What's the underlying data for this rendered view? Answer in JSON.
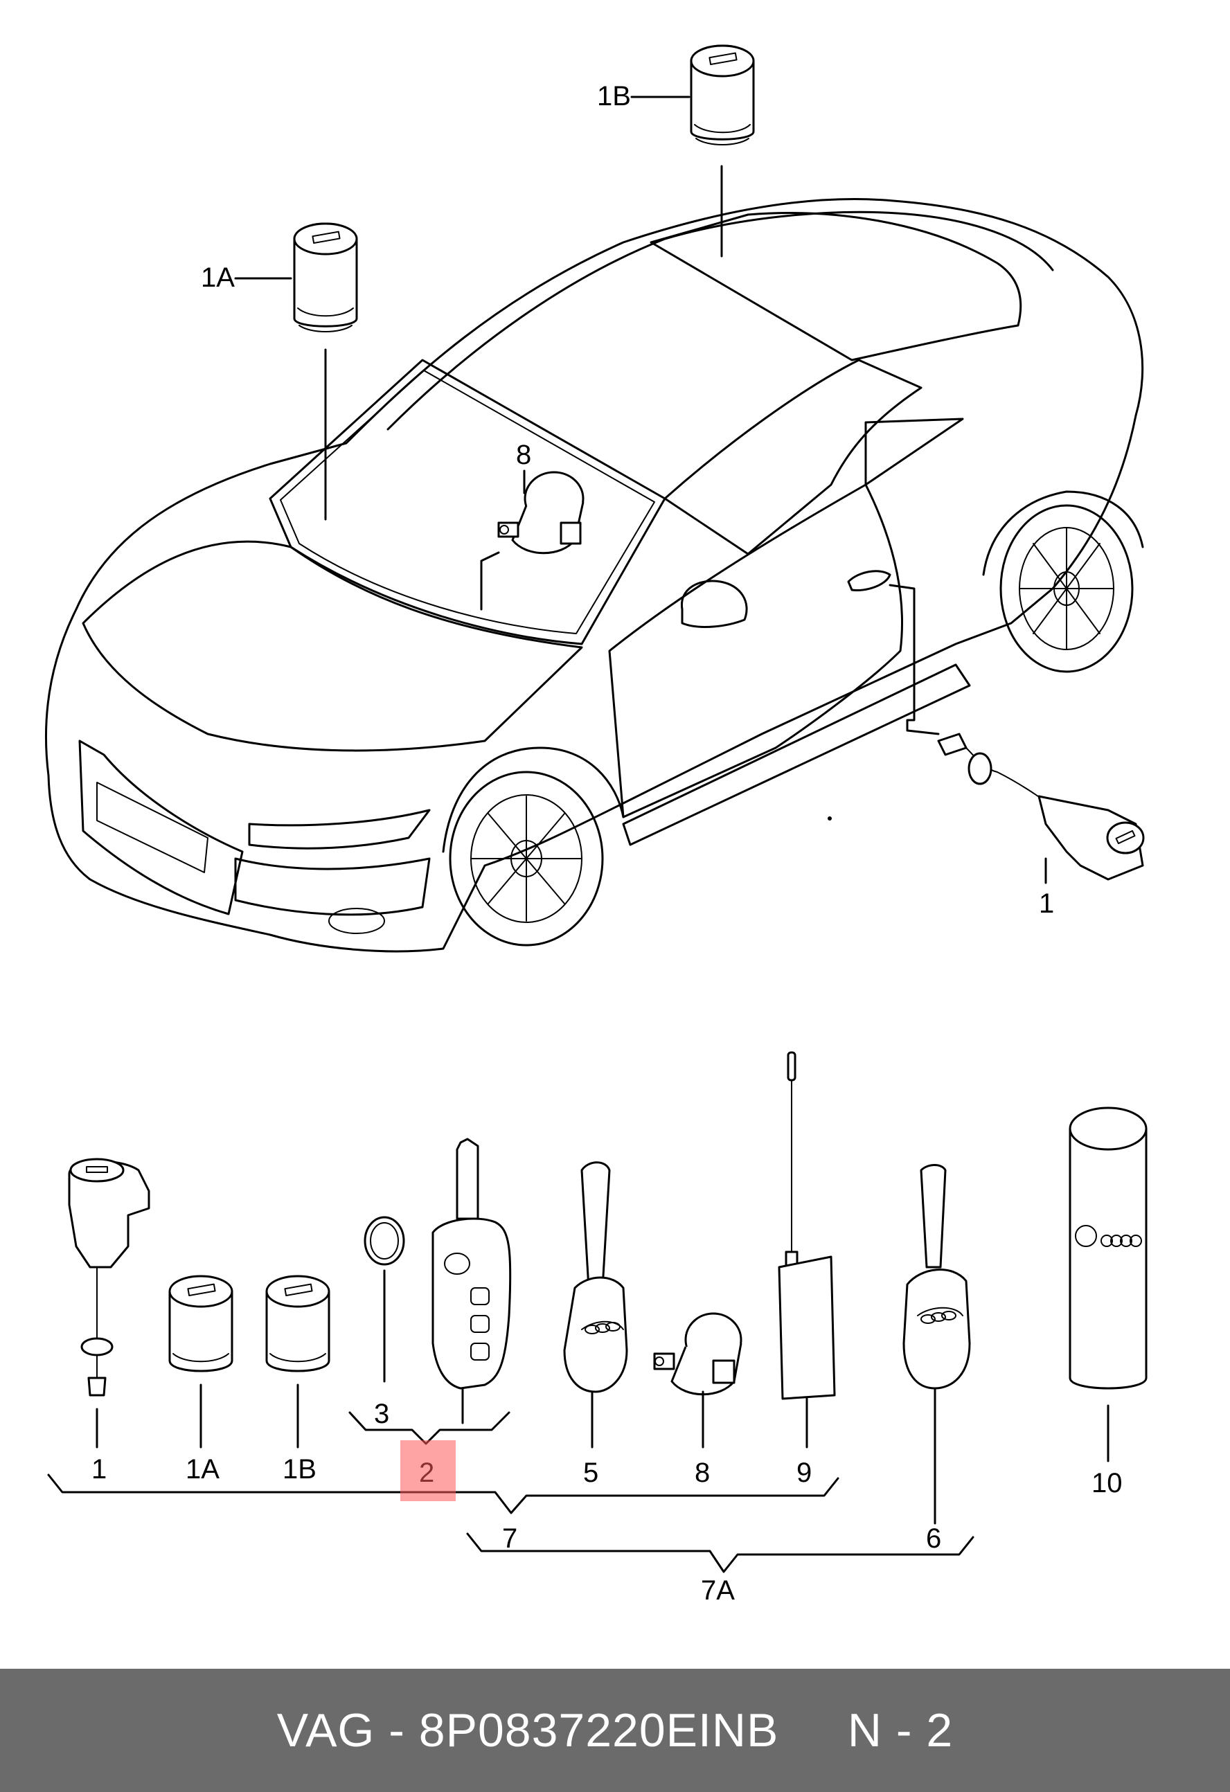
{
  "labels": {
    "l_1B_top": "1B",
    "l_1A_top": "1A",
    "l_8_top": "8",
    "l_1_right": "1",
    "l_1": "1",
    "l_1A": "1A",
    "l_1B": "1B",
    "l_3": "3",
    "l_2": "2",
    "l_5": "5",
    "l_8": "8",
    "l_9": "9",
    "l_10": "10",
    "l_7": "7",
    "l_6": "6",
    "l_7A": "7A"
  },
  "highlight": {
    "label": "2",
    "color": "#ff5a5a"
  },
  "footer": {
    "brand": "VAG",
    "sep": " - ",
    "part_number": "8P0837220EINB",
    "gap": "     ",
    "position": "N - 2",
    "background": "#6b6b6b"
  }
}
